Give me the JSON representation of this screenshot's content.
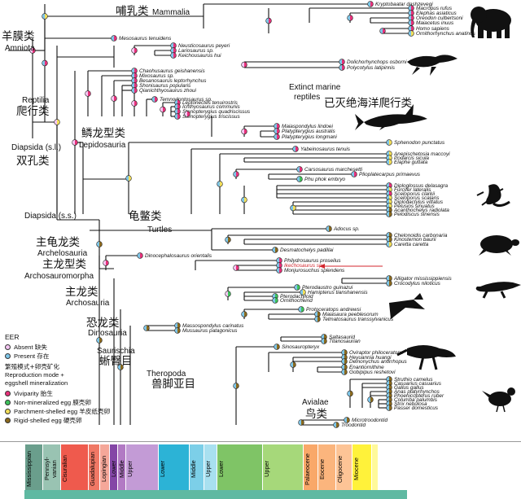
{
  "taxa": [
    "Kryptobaatar dashzevegi",
    "Macropus rufus",
    "Elephas asiaticus",
    "Oreodon culbertsoni",
    "Maiacetus inuus",
    "Homo sapiens",
    "Ornithorhynchus anatinus",
    "Mesosaurus tenuidens",
    "Neusticosaurus peyeri",
    "Lariosaurus sp.",
    "Keichousaurus hui",
    "Dolichorhynchops osborni",
    "Polycotylus latipinnis",
    "Chaohusaurus geishanensis",
    "Mixosaurus sp.",
    "Besanosaurus leptorhynchus",
    "Shonisaurus popularis",
    "Qianichthyosaurus zhoui",
    "Temnodontosaurus sp.",
    "Leptonectes tenuirostris",
    "Ichthyosaurus communis",
    "Stenopterygius quadriscissus",
    "Stenopterygius triscissus",
    "Maiaspondylus lindoei",
    "Platypterygius australis",
    "Platypterygius longmani",
    "Sphenodon punctatus",
    "Yabeinosaurus tenuis",
    "Anepischetosia maccoyi",
    "Podarcis sicula",
    "Elaphe guttata",
    "Carsosaurus marchesetti",
    "Plioplatecarpus primaevus",
    "Phu phok embryo",
    "Diploglossus delasagra",
    "Furcifer lateralis",
    "Sceloporus clarkii",
    "Sceloporus scalaris",
    "Diplodactylus vittatus",
    "Pelusios sinuatus",
    "Acanthochelys radiolata",
    "Pelodiscus sinensis",
    "Adocus sp.",
    "Chelonoidis carbonaria",
    "Kinosternon baurii",
    "Caretta caretta",
    "Desmatochelys padillai",
    "Dinocephalosaurus orientalis",
    "Philydrosaurus proseilus",
    "Ikechosaurus sp.",
    "Monjurosuchus splendens",
    "Alligator mississippiensis",
    "Crocodylus niloticus",
    "Pterodaustro guinazui",
    "Hamipterus tianshanensis",
    "Pterodactyloid",
    "Ornithocheirid",
    "Protoceratops andrewsi",
    "Maiasaura peeblesorum",
    "Telmatosaurus transsylvanicus",
    "Massospondylus carinatus",
    "Mussaurus patagonicus",
    "Saltasaurid",
    "Titanosaurian",
    "Sinosauropteryx",
    "Oviraptor philoceratops",
    "Heyuannia huangi",
    "Deinonychus antirrhopus",
    "Enantiornithine",
    "Gobipipus reshetovi",
    "Struthio camelus",
    "Casuarius casuarius",
    "Gallus gallus",
    "Anas platyrhynchos",
    "Phoenicopterus ruber",
    "Columba palumbis",
    "Strix nebulosa",
    "Passer domesticus",
    "Microtroodontid",
    "Troodontid"
  ],
  "clades": {
    "mammalia": {
      "en": "Mammalia",
      "zh": "哺乳类"
    },
    "amniota": {
      "en": "Amniota",
      "zh": "羊膜类"
    },
    "reptilia": {
      "en": "Reptilia",
      "zh": "爬行类"
    },
    "diapsida_sl": {
      "en": "Diapsida (s.l.)",
      "zh": "双孔类"
    },
    "diapsida_ss": {
      "en": "Diapsida (s.s.)"
    },
    "marine": {
      "en": "Extinct marine\nreptiles",
      "zh": "已灭绝海洋爬行类"
    },
    "lepidosauria": {
      "en": "Lepidosauria",
      "zh": "鳞龙型类"
    },
    "turtles": {
      "en": "Turtles",
      "zh": "龟鳖类"
    },
    "archelosauria": {
      "en": "Archelosauria",
      "zh": "主龟龙类"
    },
    "archosauromorpha": {
      "en": "Archosauromorpha",
      "zh": "主龙型类"
    },
    "archosauria": {
      "en": "Archosauria",
      "zh": "主龙类"
    },
    "dinosauria": {
      "en": "Dinosauria",
      "zh": "恐龙类"
    },
    "saurischia": {
      "en": "Saurischia",
      "zh": "蜥臀目"
    },
    "theropoda": {
      "en": "Theropoda",
      "zh": "兽脚亚目"
    },
    "avialae": {
      "en": "Avialae",
      "zh": "鸟类"
    }
  },
  "legend": {
    "eer_title": "EER",
    "absent": "Absent",
    "absent_zh": "缺失",
    "present": "Present",
    "present_zh": "存在",
    "repro_title_zh": "繁殖模式+卵壳矿化",
    "repro_title_en": "Reproduction mode +\neggshell mineralization",
    "vivi": "Viviparity",
    "vivi_zh": "胎生",
    "nonmin": "Non-mineralized egg",
    "nonmin_zh": "膜壳卵",
    "parch": "Parchment-shelled egg",
    "parch_zh": "羊皮纸壳卵",
    "rigid": "Rigid-shelled egg",
    "rigid_zh": "硬壳卵"
  },
  "colors": {
    "absent": "#f4c6f2",
    "present": "#7fc6e8",
    "vivi": "#e8317a",
    "nonmin": "#3ec35c",
    "parch": "#f3df5a",
    "rigid": "#8c6a1d"
  },
  "timescale": [
    {
      "label": "Mississippian",
      "color": "#6a9e8c",
      "w": 22
    },
    {
      "label": "Pennsyl-\nvanian",
      "color": "#99c3b2",
      "w": 22
    },
    {
      "label": "Cisuralian",
      "color": "#ef5a4d",
      "w": 34
    },
    {
      "label": "Guadalupian",
      "color": "#f07865",
      "w": 14
    },
    {
      "label": "Lopingian",
      "color": "#f5a799",
      "w": 12
    },
    {
      "label": "Lower",
      "color": "#8446a6",
      "w": 10
    },
    {
      "label": "Middle",
      "color": "#b27ac4",
      "w": 10
    },
    {
      "label": "Upper",
      "color": "#c39bd6",
      "w": 40
    },
    {
      "label": "Lower",
      "color": "#2cb3d6",
      "w": 38
    },
    {
      "label": "Middle",
      "color": "#7ccfe8",
      "w": 18
    },
    {
      "label": "Upper",
      "color": "#a8e0f0",
      "w": 16
    },
    {
      "label": "Lower",
      "color": "#7fc466",
      "w": 56
    },
    {
      "label": "Upper",
      "color": "#a6d87a",
      "w": 50
    },
    {
      "label": "Palaeocene",
      "color": "#f9a869",
      "w": 18
    },
    {
      "label": "Eocene",
      "color": "#fbb57d",
      "w": 22
    },
    {
      "label": "Oligocene",
      "color": "#fdc496",
      "w": 20
    },
    {
      "label": "Miocene",
      "color": "#fff23a",
      "w": 24
    },
    {
      "label": "",
      "color": "#fff99a",
      "w": 8
    }
  ]
}
